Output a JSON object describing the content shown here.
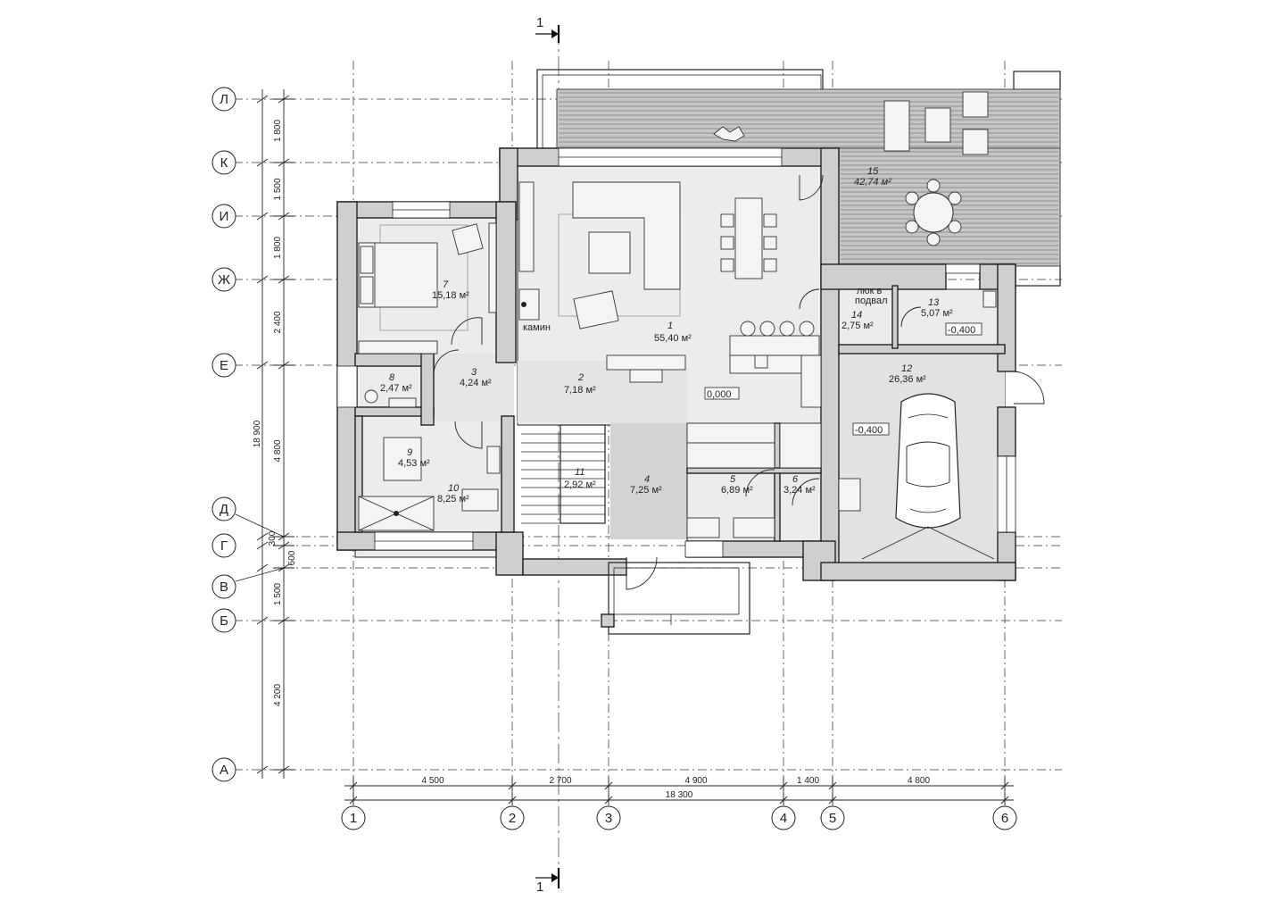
{
  "rows": [
    {
      "id": "row-l",
      "label": "Л"
    },
    {
      "id": "row-k",
      "label": "К"
    },
    {
      "id": "row-i",
      "label": "И"
    },
    {
      "id": "row-zh",
      "label": "Ж"
    },
    {
      "id": "row-e",
      "label": "Е"
    },
    {
      "id": "row-d",
      "label": "Д"
    },
    {
      "id": "row-g",
      "label": "Г"
    },
    {
      "id": "row-v",
      "label": "В"
    },
    {
      "id": "row-b",
      "label": "Б"
    },
    {
      "id": "row-a",
      "label": "А"
    }
  ],
  "columns": [
    {
      "id": "col-1",
      "label": "1"
    },
    {
      "id": "col-2",
      "label": "2"
    },
    {
      "id": "col-3",
      "label": "3"
    },
    {
      "id": "col-4",
      "label": "4"
    },
    {
      "id": "col-5",
      "label": "5"
    },
    {
      "id": "col-6",
      "label": "6"
    }
  ],
  "vertical_dimensions": [
    "1 800",
    "1 500",
    "1 800",
    "2 400",
    "4 800",
    "300",
    "600",
    "1 500",
    "4 200"
  ],
  "vertical_total": "18 900",
  "horizontal_dimensions": [
    "4 500",
    "2 700",
    "4 900",
    "1 400",
    "4 800"
  ],
  "horizontal_total": "18 300",
  "section_mark": "1",
  "rooms": [
    {
      "id": "room-1",
      "number": "1",
      "area": "55,40 м²"
    },
    {
      "id": "room-2",
      "number": "2",
      "area": "7,18 м²"
    },
    {
      "id": "room-3",
      "number": "3",
      "area": "4,24 м²"
    },
    {
      "id": "room-4",
      "number": "4",
      "area": "7,25 м²"
    },
    {
      "id": "room-5",
      "number": "5",
      "area": "6,89 м²"
    },
    {
      "id": "room-6",
      "number": "6",
      "area": "3,24 м²"
    },
    {
      "id": "room-7",
      "number": "7",
      "area": "15,18 м²"
    },
    {
      "id": "room-8",
      "number": "8",
      "area": "2,47 м²"
    },
    {
      "id": "room-9",
      "number": "9",
      "area": "4,53 м²"
    },
    {
      "id": "room-10",
      "number": "10",
      "area": "8,25 м²"
    },
    {
      "id": "room-11",
      "number": "11",
      "area": "2,92 м²"
    },
    {
      "id": "room-12",
      "number": "12",
      "area": "26,36 м²"
    },
    {
      "id": "room-13",
      "number": "13",
      "area": "5,07 м²"
    },
    {
      "id": "room-14",
      "number": "14",
      "area": "2,75 м²"
    },
    {
      "id": "room-15",
      "number": "15",
      "area": "42,74 м²"
    }
  ],
  "levels": {
    "main": "0,000",
    "garage": "-0,400",
    "utility": "-0,400"
  },
  "labels": {
    "fireplace": "камин",
    "hatch_line1": "люк в",
    "hatch_line2": "подвал"
  }
}
